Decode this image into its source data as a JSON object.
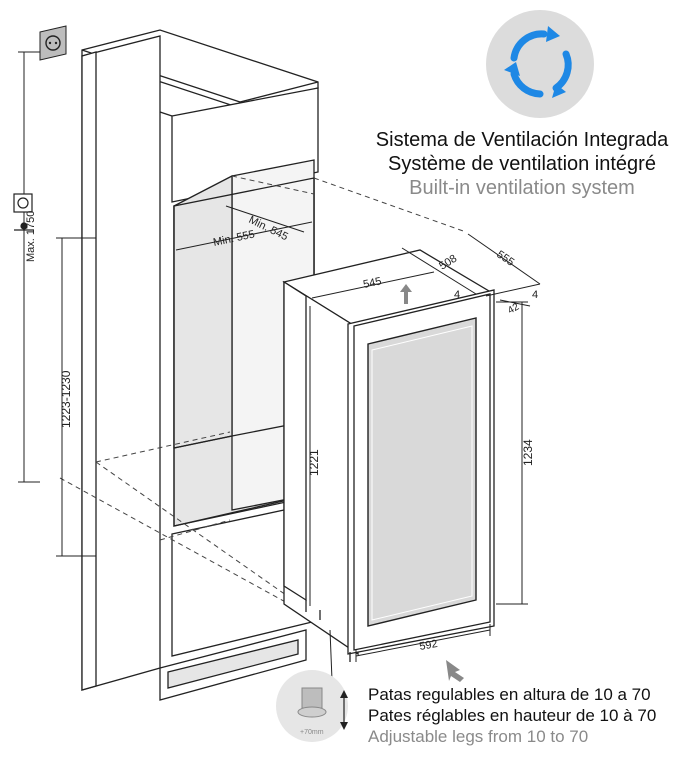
{
  "ventilation": {
    "es": "Sistema de Ventilación Integrada",
    "fr": "Système de ventilation intégré",
    "en": "Built-in ventilation system",
    "icon": "recycle-arrows-icon",
    "icon_color": "#1e88e5"
  },
  "legs": {
    "es": "Patas regulables en altura de 10 a 70",
    "fr": "Pates réglables en hauteur de 10 à 70",
    "en": "Adjustable legs from 10 to 70",
    "badge": "+70mm"
  },
  "dimensions": {
    "max_height": "Max. 1750",
    "niche_height": "1223-1230",
    "min_width": "Min. 555",
    "min_depth": "Min. 545",
    "top_width": "545",
    "depth_508": "508",
    "depth_555": "555",
    "gap_4a": "4",
    "gap_4b": "4",
    "gap_42": "42",
    "height_1221": "1221",
    "height_1234": "1234",
    "width_592": "592"
  },
  "colors": {
    "line": "#222222",
    "dashed": "#444444",
    "cavity": "#e6e6e6",
    "glass": "#d9d9d9",
    "circle": "#dcdcdc"
  }
}
